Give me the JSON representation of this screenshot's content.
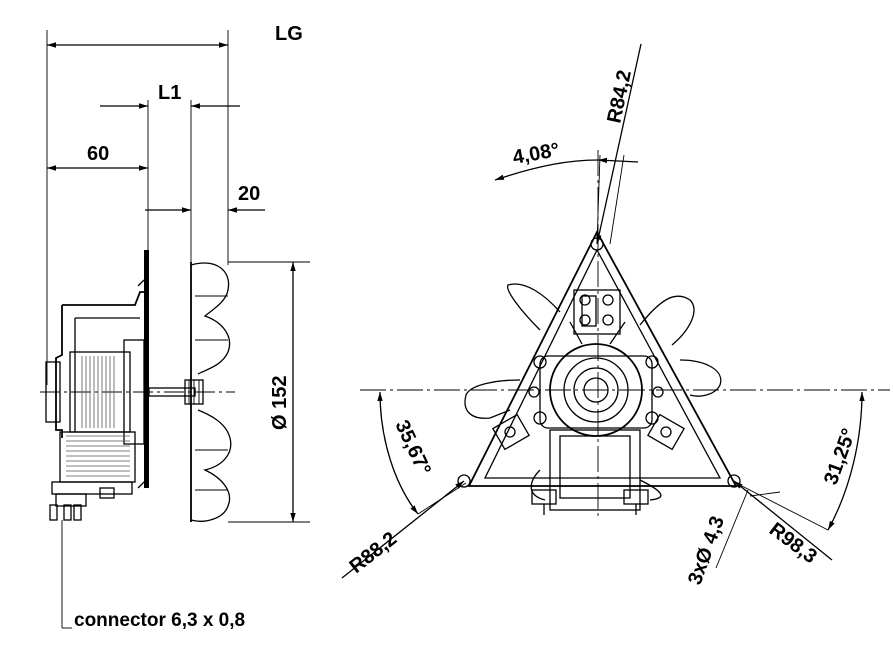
{
  "side_view": {
    "lg_label": "LG",
    "l1_label": "L1",
    "dim_60": "60",
    "dim_20": "20",
    "diameter_label": "Ø 152",
    "connector_note": "connector 6,3 x 0,8"
  },
  "front_view": {
    "r84_label": "R84,2",
    "angle_408": "4,08°",
    "angle_3567": "35,67°",
    "angle_3125": "31,25°",
    "r88_label": "R88,2",
    "holes_label": "3xØ 4,3",
    "r98_label": "R98,3"
  }
}
